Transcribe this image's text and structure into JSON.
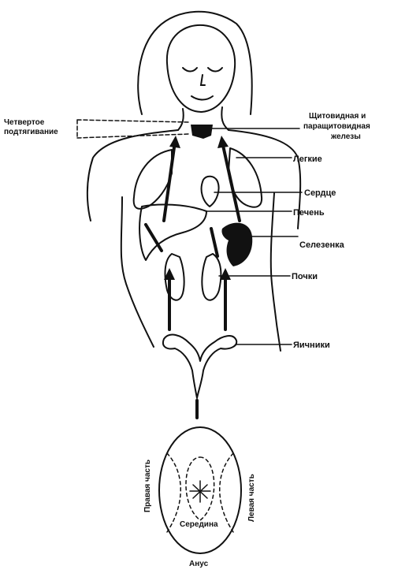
{
  "labels": {
    "fourth_pull": [
      "Четвертое",
      "подтягивание"
    ],
    "thyroid": [
      "Щитовидная и",
      "паращитовидная",
      "железы"
    ],
    "lungs": "Легкие",
    "heart": "Сердце",
    "liver": "Печень",
    "spleen": "Селезенка",
    "kidneys": "Почки",
    "ovaries": "Яичники",
    "right_part": "Правая часть",
    "left_part": "Левая часть",
    "middle": "Середина",
    "anus": "Анус"
  }
}
